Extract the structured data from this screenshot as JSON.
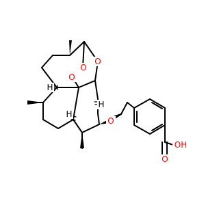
{
  "colors": {
    "bond": "#000000",
    "oxygen": "#ff0000",
    "hydrogen": "#000000",
    "background": "#ffffff"
  },
  "atoms": {
    "peroxide_o1": "O",
    "peroxide_o2": "O",
    "ring_o": "O",
    "ether_o": "O",
    "acid_o_double": "O",
    "acid_oh": "OH",
    "h_left": "H",
    "h_mid": "H",
    "h_lower": "H"
  }
}
